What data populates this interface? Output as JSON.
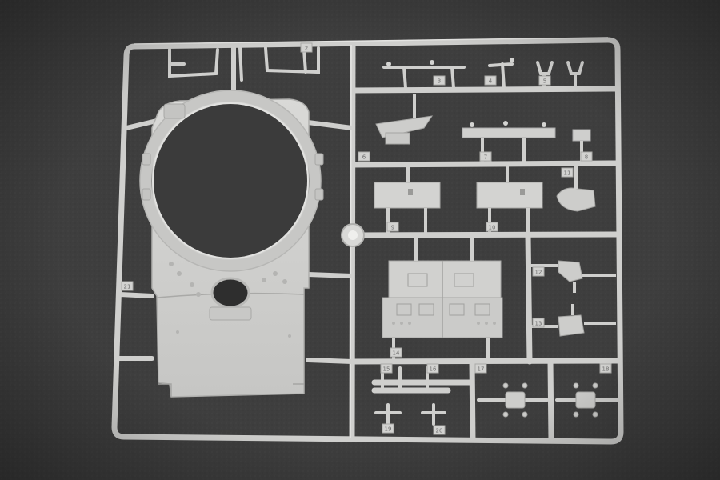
{
  "photo": {
    "subject": "Grey plastic model kit sprue with turret parts and numbered part tags",
    "colors": {
      "background": "#3e3e3e",
      "plastic": "#cfcfcd",
      "plastic_light": "#dcdcda",
      "plastic_shadow": "#a9a9a7",
      "label_text": "#6e6e6e"
    }
  },
  "part_labels": [
    "2",
    "3",
    "4",
    "5",
    "6",
    "7",
    "8",
    "9",
    "10",
    "11",
    "12",
    "13",
    "14",
    "15",
    "16",
    "17",
    "18",
    "19",
    "20",
    "21"
  ]
}
